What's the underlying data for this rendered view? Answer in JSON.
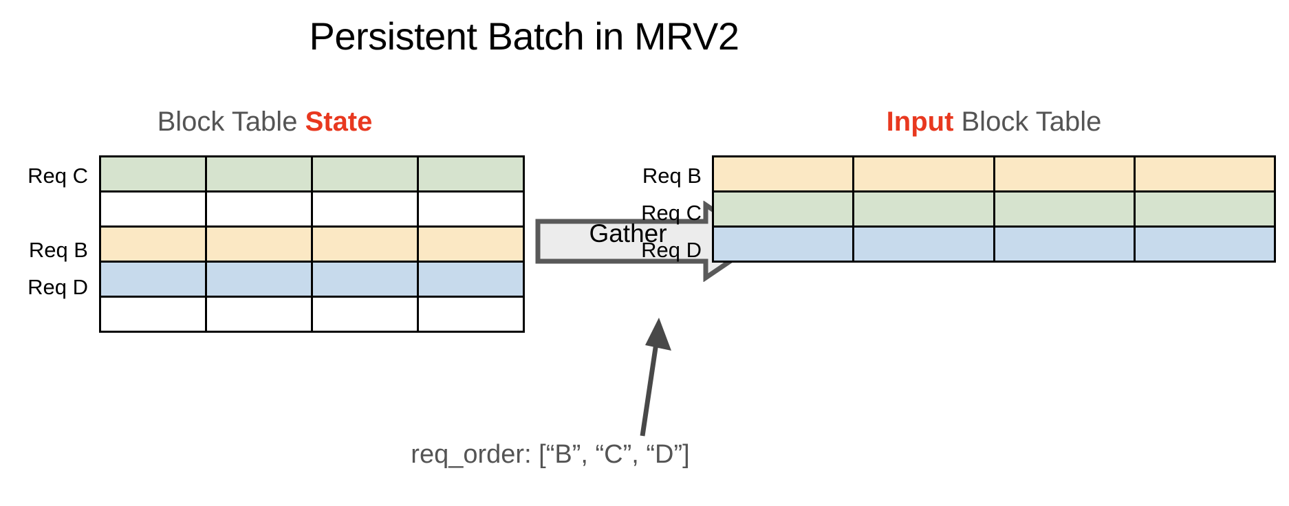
{
  "slide": {
    "title": "Persistent Batch in MRV2",
    "background_color": "#FFFFFF",
    "accent_color": "#E8381F",
    "text_color": "#545454"
  },
  "left_panel": {
    "heading_prefix": "Block Table ",
    "heading_accent": "State",
    "row_labels": [
      "Req C",
      "",
      "Req B",
      "Req D",
      ""
    ],
    "columns": 4,
    "rows": [
      {
        "label": "Req C",
        "color": "#D6E3CE",
        "cells": [
          "",
          "",
          "",
          ""
        ]
      },
      {
        "label": "",
        "color": "#FFFFFF",
        "cells": [
          "",
          "",
          "",
          ""
        ]
      },
      {
        "label": "Req B",
        "color": "#FBE8C4",
        "cells": [
          "",
          "",
          "",
          ""
        ]
      },
      {
        "label": "Req D",
        "color": "#C7DAEC",
        "cells": [
          "",
          "",
          "",
          ""
        ]
      },
      {
        "label": "",
        "color": "#FFFFFF",
        "cells": [
          "",
          "",
          "",
          ""
        ]
      }
    ]
  },
  "right_panel": {
    "heading_accent": "Input",
    "heading_suffix": " Block Table",
    "columns": 4,
    "rows": [
      {
        "label": "Req B",
        "color": "#FBE8C4",
        "cells": [
          "",
          "",
          "",
          ""
        ]
      },
      {
        "label": "Req C",
        "color": "#D6E3CE",
        "cells": [
          "",
          "",
          "",
          ""
        ]
      },
      {
        "label": "Req D",
        "color": "#C7DAEC",
        "cells": [
          "",
          "",
          "",
          ""
        ]
      }
    ]
  },
  "operation": {
    "label": "Gather",
    "arrow_fill": "#ECECEC",
    "arrow_stroke": "#595959"
  },
  "caption": {
    "text": "req_order: [“B”, “C”, “D”]",
    "color": "#545454"
  }
}
